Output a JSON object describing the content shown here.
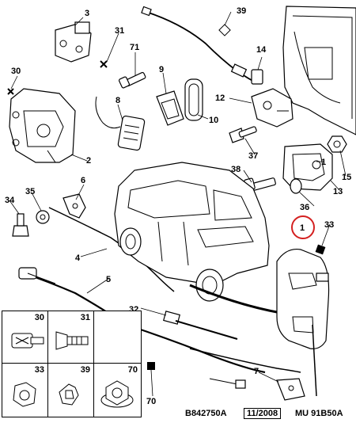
{
  "callouts": {
    "p1": "1",
    "p2": "2",
    "p3": "3",
    "p4": "4",
    "p5": "5",
    "p6": "6",
    "p7": "7",
    "p8": "8",
    "p9": "9",
    "p10": "10",
    "p12": "12",
    "p13": "13",
    "p14": "14",
    "p15": "15",
    "p30": "30",
    "p31": "31",
    "p32": "32",
    "p33": "33",
    "p34": "34",
    "p35": "35",
    "p36": "36",
    "p37": "37",
    "p38": "38",
    "p39": "39",
    "p70": "70",
    "p71": "71"
  },
  "legend": {
    "cells": [
      "30",
      "31",
      "33",
      "39",
      "70"
    ]
  },
  "footer": {
    "ref": "B842750A",
    "date": "11/2008",
    "model": "MU 91B50A"
  },
  "colors": {
    "highlight": "#d42020",
    "line": "#000000"
  }
}
